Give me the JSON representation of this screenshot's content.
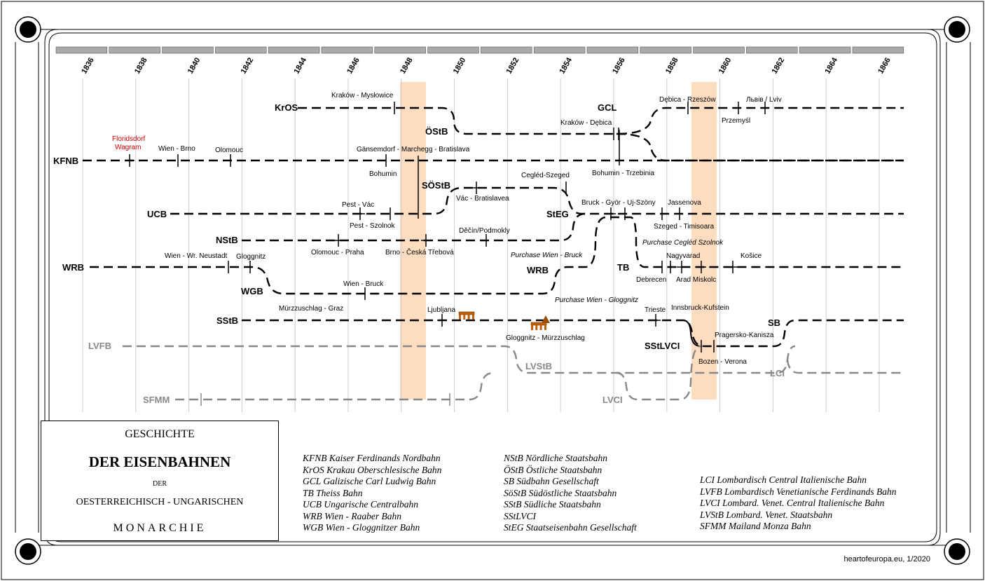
{
  "years": [
    "1836",
    "1838",
    "1840",
    "1842",
    "1844",
    "1846",
    "1848",
    "1850",
    "1852",
    "1854",
    "1856",
    "1858",
    "1860",
    "1862",
    "1864",
    "1866"
  ],
  "lines": {
    "KrOS": "KrOS",
    "OStB": "ÖStB",
    "GCL": "GCL",
    "KFNB": "KFNB",
    "SOStB": "SÖStB",
    "UCB": "UCB",
    "StEG": "StEG",
    "NStB": "NStB",
    "WRB": "WRB",
    "WRB2": "WRB",
    "TB": "TB",
    "WGB": "WGB",
    "SStB": "SStB",
    "SB": "SB",
    "LVFB": "LVFB",
    "LVStB": "LVStB",
    "SStLVCI": "SStLVCI",
    "LCI": "LCI",
    "SFMM": "SFMM",
    "LVCI": "LVCI"
  },
  "sections": {
    "krakow_myslowice": "Kraków - Mysłowice",
    "debica_rzeszow": "Dębica - Rzeszów",
    "lviv": "Львів / Lviv",
    "przemysl": "Przemyśl",
    "krakow_debica": "Kraków - Dębica",
    "floridsdorf": "Floridsdorf",
    "wagram": "Wagram",
    "wien_brno": "Wien - Brno",
    "olomouc": "Olomouc",
    "gansemdorf": "Gänsemdorf - Marchegg - Bratislava",
    "bohumin": "Bohumin",
    "bohumin_trzebinia": "Bohumin - Trzebinia",
    "cegled_szeged": "Cegléd-Szeged",
    "vac_bratislavea": "Vác - Bratislavea",
    "pest_vac": "Pest - Vác",
    "pest_szolnok": "Pest - Szolnok",
    "bruck_gyor": "Bruck - Györ - Uj-Szöny",
    "jassenova": "Jassenova",
    "szeged_timisoara": "Szeged - Timisoara",
    "decin": "Děčín/Podmokly",
    "olomouc_praha": "Olomouc - Praha",
    "brno_ceska": "Brno - Česká Třebová",
    "purchase_cegled": "Purchase Cegléd Szolnok",
    "purchase_wien_bruck": "Purchase Wien - Bruck",
    "wien_wr_neustadt": "Wien - Wr. Neustadt",
    "gloggnitz": "Gloggnitz",
    "nagyvarad": "Nagyvarad",
    "kosice": "Košice",
    "debrecen": "Debrecen",
    "arad_miskolc": "Arad Miskolc",
    "wien_bruck": "Wien - Bruck",
    "purchase_wien_gloggnitz": "Purchase Wien - Gloggnitz",
    "murzzuschlag_graz": "Mürzzuschlag - Graz",
    "ljubljana": "Ljubljana",
    "trieste": "Trieste",
    "innsbruck": "Innsbruck-Kufstein",
    "gloggnitz_murz": "Gloggnitz - Mürzzuschlag",
    "pragersko": "Pragersko-Kanisza",
    "bozen": "Bozen - Verona"
  },
  "title": {
    "line1": "GESCHICHTE",
    "line2": "DER EISENBAHNEN",
    "line3": "DER",
    "line4": "OESTERREICHISCH - UNGARISCHEN",
    "line5": "MONARCHIE"
  },
  "legend": {
    "col1": [
      "KFNB Kaiser Ferdinands Nordbahn",
      "KrOS Krakau Oberschlesische Bahn",
      "GCL  Galizische Carl Ludwig Bahn",
      "TB    Theiss Bahn",
      "UCB Ungarische Centralbahn",
      "WRB Wien - Raaber Bahn",
      "WGB Wien - Gloggnitzer Bahn"
    ],
    "col2": [
      "NStB  Nördliche Staatsbahn",
      "ÖStB  Östliche Staatsbahn",
      "SB     Südbahn Gesellschaft",
      "SöStB Südöstliche Staatsbahn",
      "SStB  Südliche Staatsbahn",
      "SStLVCI",
      "StEG  Staatseisenbahn Gesellschaft"
    ],
    "col3": [
      "LCI     Lombardisch Central Italienische Bahn",
      "LVFB  Lombardisch Venetianische Ferdinands Bahn",
      "LVCI   Lombard. Venet. Central Italienische Bahn",
      "LVStB Lombard. Venet. Staatsbahn",
      "SFMM Mailand Monza Bahn"
    ]
  },
  "credit": "heartofeuropa.eu, 1/2020",
  "colors": {
    "highlight": "#fddcc0",
    "line": "#000000",
    "gray_line": "#888888",
    "red": "#d00000"
  }
}
